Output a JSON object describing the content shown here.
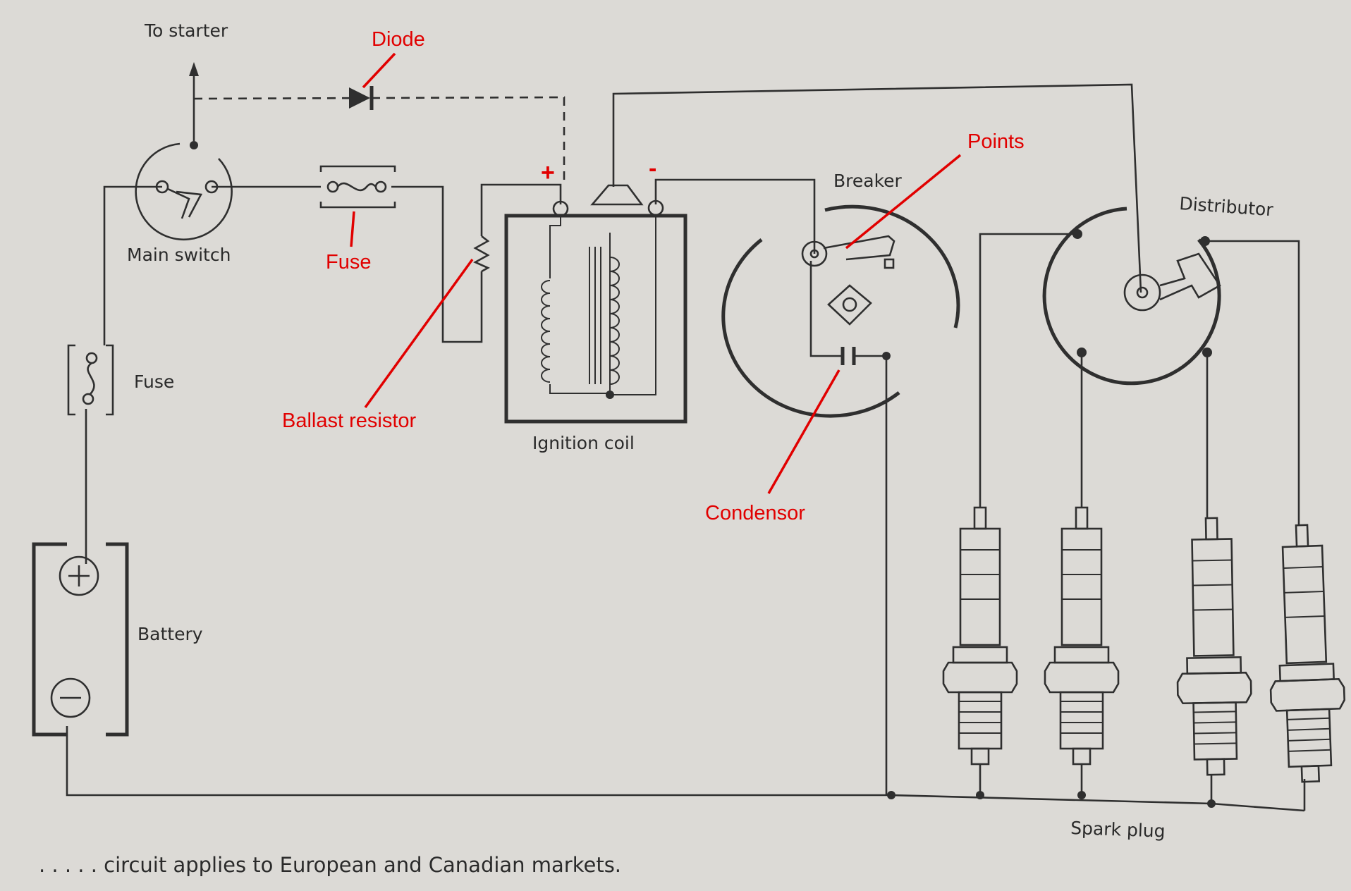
{
  "labels": {
    "to_starter": "To starter",
    "main_switch": "Main switch",
    "fuse_left": "Fuse",
    "battery": "Battery",
    "ignition_coil": "Ignition coil",
    "breaker": "Breaker",
    "distributor": "Distributor",
    "spark_plug": "Spark plug"
  },
  "annotations": {
    "diode": "Diode",
    "fuse": "Fuse",
    "ballast_resistor": "Ballast resistor",
    "points": "Points",
    "condensor": "Condensor",
    "plus": "+",
    "minus": "-"
  },
  "colors": {
    "annotation": "#e10000",
    "ink": "#2f2f2f",
    "paper": "#dcdad6"
  },
  "footnote": ". . . . . circuit applies to European and Canadian markets."
}
